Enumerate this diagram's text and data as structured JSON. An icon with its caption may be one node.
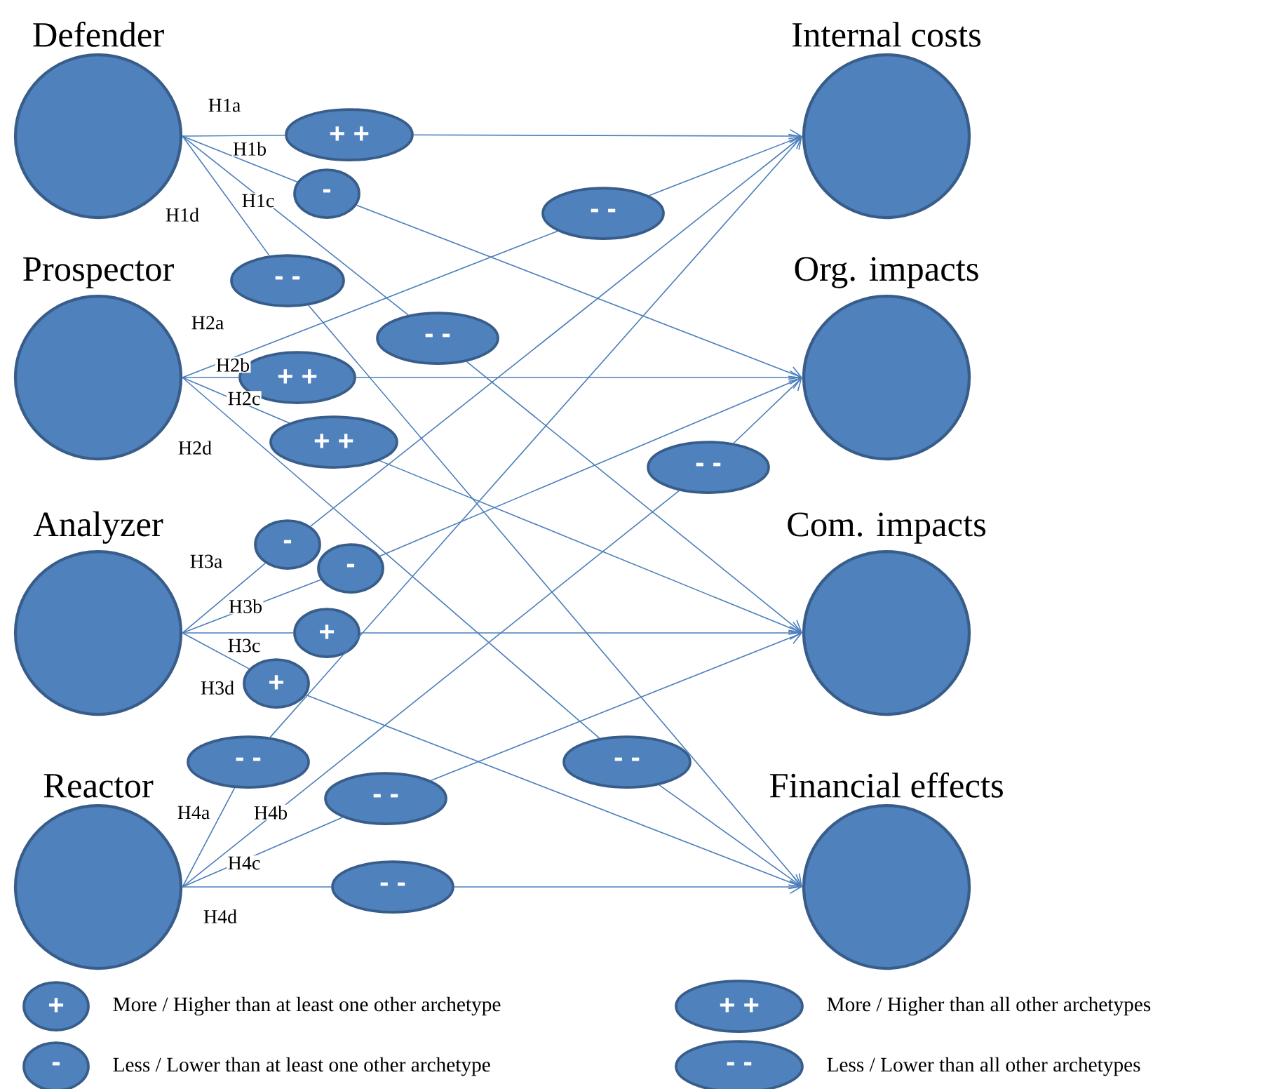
{
  "diagram": {
    "nodes": [
      {
        "text": [
          "Defender"
        ]
      },
      {
        "text": [
          "Internal costs"
        ]
      },
      {
        "text": [
          "Prospector"
        ]
      },
      {
        "text": [
          "Org. impacts"
        ]
      },
      {
        "text": [
          "Analyzer"
        ]
      },
      {
        "text": [
          "Com. impacts"
        ]
      },
      {
        "text": [
          "Reactor"
        ]
      },
      {
        "text": [
          "Financial effects"
        ]
      },
      {
        "text": [
          "+ +"
        ]
      },
      {
        "text": [
          "-"
        ]
      },
      {
        "text": [
          "- -"
        ]
      },
      {
        "text": [
          "- -"
        ]
      },
      {
        "text": [
          "- -"
        ]
      },
      {
        "text": [
          "+ +"
        ]
      },
      {
        "text": [
          "+ +"
        ]
      },
      {
        "text": [
          "- -"
        ]
      },
      {
        "text": [
          "-"
        ]
      },
      {
        "text": [
          "-"
        ]
      },
      {
        "text": [
          "+"
        ]
      },
      {
        "text": [
          "+"
        ]
      },
      {
        "text": [
          "- -"
        ]
      },
      {
        "text": [
          "- -"
        ]
      },
      {
        "text": [
          "- -"
        ]
      },
      {
        "text": [
          "- -"
        ]
      },
      {
        "text": [
          "+"
        ],
        "beside": [
          "More / Higher than at least one other archetype"
        ]
      },
      {
        "text": [
          "+ +"
        ],
        "beside": [
          "More / Higher than all other archetypes"
        ]
      },
      {
        "text": [
          "-"
        ],
        "beside": [
          "Less / Lower than at least one other archetype"
        ]
      },
      {
        "text": [
          "- -"
        ],
        "beside": [
          "Less / Lower than all other archetypes"
        ]
      }
    ],
    "edges": [
      {
        "from": 0,
        "to": 8,
        "arrow": "none",
        "label": "H1a"
      },
      {
        "from": 8,
        "to": 1,
        "arrow": "to"
      },
      {
        "from": 0,
        "to": 9,
        "arrow": "none",
        "label": "H1b"
      },
      {
        "from": 9,
        "to": 3,
        "arrow": "to"
      },
      {
        "from": 0,
        "to": 10,
        "arrow": "none",
        "label": "H1c"
      },
      {
        "from": 10,
        "to": 5,
        "arrow": "to"
      },
      {
        "from": 0,
        "to": 11,
        "arrow": "none",
        "label": "H1d"
      },
      {
        "from": 11,
        "to": 7,
        "arrow": "to"
      },
      {
        "from": 2,
        "to": 12,
        "arrow": "none",
        "label": "H2a"
      },
      {
        "from": 12,
        "to": 1,
        "arrow": "to"
      },
      {
        "from": 2,
        "to": 13,
        "arrow": "none",
        "label": "H2b"
      },
      {
        "from": 13,
        "to": 3,
        "arrow": "to"
      },
      {
        "from": 2,
        "to": 14,
        "arrow": "none",
        "label": "H2c"
      },
      {
        "from": 14,
        "to": 5,
        "arrow": "to"
      },
      {
        "from": 2,
        "to": 15,
        "arrow": "none",
        "label": "H2d"
      },
      {
        "from": 15,
        "to": 7,
        "arrow": "to"
      },
      {
        "from": 4,
        "to": 16,
        "arrow": "none",
        "label": "H3a"
      },
      {
        "from": 16,
        "to": 1,
        "arrow": "to"
      },
      {
        "from": 4,
        "to": 17,
        "arrow": "none",
        "label": "H3b"
      },
      {
        "from": 17,
        "to": 3,
        "arrow": "to"
      },
      {
        "from": 4,
        "to": 18,
        "arrow": "none",
        "label": "H3c"
      },
      {
        "from": 18,
        "to": 5,
        "arrow": "to"
      },
      {
        "from": 4,
        "to": 19,
        "arrow": "none",
        "label": "H3d"
      },
      {
        "from": 19,
        "to": 7,
        "arrow": "to"
      },
      {
        "from": 6,
        "to": 20,
        "arrow": "none",
        "label": "H4a"
      },
      {
        "from": 20,
        "to": 1,
        "arrow": "to"
      },
      {
        "from": 6,
        "to": 21,
        "arrow": "none",
        "label": "H4b"
      },
      {
        "from": 21,
        "to": 3,
        "arrow": "to"
      },
      {
        "from": 6,
        "to": 22,
        "arrow": "none",
        "label": "H4c"
      },
      {
        "from": 22,
        "to": 5,
        "arrow": "to"
      },
      {
        "from": 6,
        "to": 23,
        "arrow": "none",
        "label": "H4d"
      },
      {
        "from": 23,
        "to": 7,
        "arrow": "to"
      }
    ]
  }
}
